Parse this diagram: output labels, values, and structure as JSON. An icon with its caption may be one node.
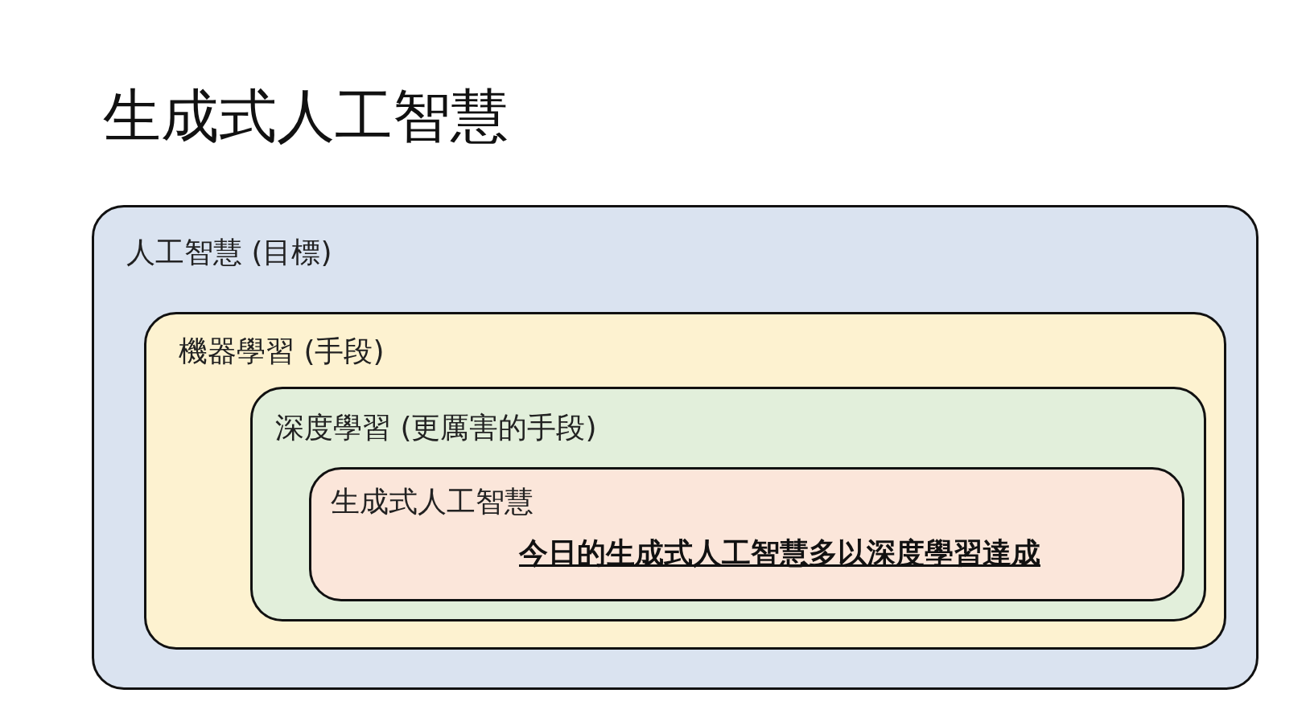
{
  "diagram": {
    "title": "生成式人工智慧",
    "nodes": [
      {
        "text": [
          "人工智慧 (目標)"
        ]
      },
      {
        "text": [
          "機器學習 (手段)"
        ],
        "in": 0
      },
      {
        "text": [
          "深度學習 (更厲害的手段)"
        ],
        "in": 1
      },
      {
        "text": [
          "生成式人工智慧",
          "今日的生成式人工智慧多以深度學習達成"
        ],
        "in": 2
      }
    ]
  }
}
